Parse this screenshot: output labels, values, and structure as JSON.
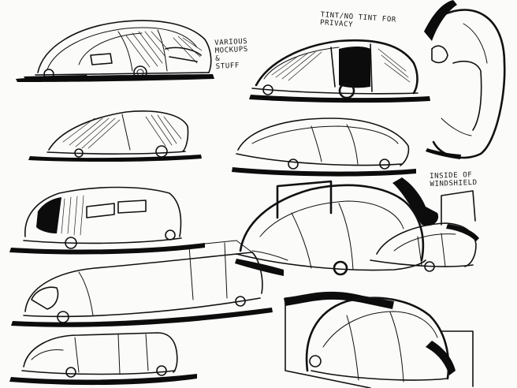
{
  "sheet": {
    "background": "#fbfbfa",
    "ink": "#111111"
  },
  "annotations": {
    "tint_privacy": "TINT/NO TINT FOR\nPRIVACY",
    "mockups": "VARIOUS\nMOCKUPS\n&\nSTUFF",
    "windshield": "INSIDE OF\nWINDSHIELD"
  }
}
